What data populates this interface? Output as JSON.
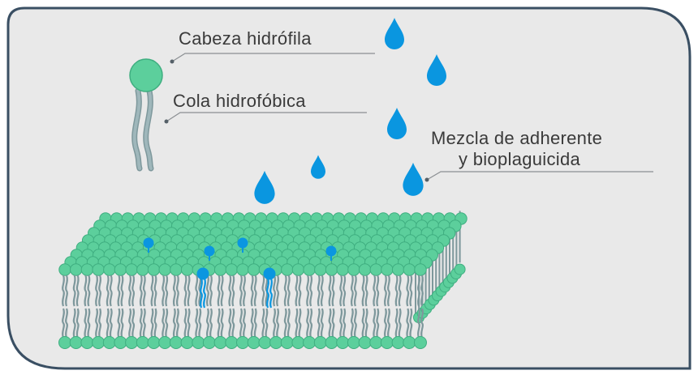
{
  "labels": {
    "hydrophilic_head": "Cabeza hidrófila",
    "hydrophobic_tail": "Cola hidrofóbica",
    "mixture_line1": "Mezcla de adherente",
    "mixture_line2": "y bioplaguicida"
  },
  "colors": {
    "panel_fill": "#e9e9e9",
    "panel_border": "#3a4f63",
    "lipid_head": "#5ccf9c",
    "lipid_head_stroke": "#3fae80",
    "lipid_tail": "#9fb7bb",
    "lipid_tail_stroke": "#7e989c",
    "droplet": "#0a96e0",
    "leader_line": "#8b8f93",
    "text": "#3a3a3a"
  }
}
